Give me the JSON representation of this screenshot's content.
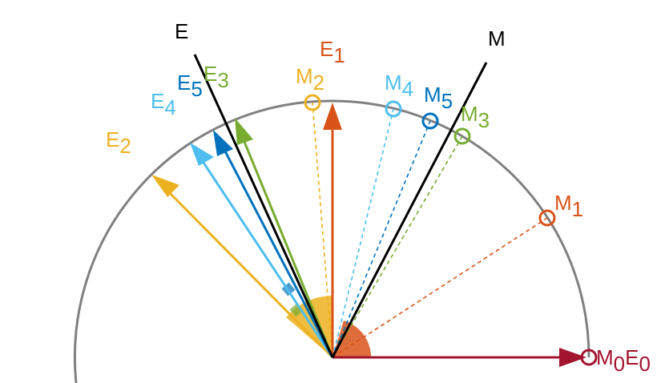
{
  "colors": {
    "circle": "#808080",
    "line": "#000000",
    "c0": "#a2142f",
    "c1": "#d95319",
    "c2": "#edb120",
    "c3": "#77ac30",
    "c4": "#4dbeee",
    "c5": "#0072bd"
  },
  "lines": {
    "e_label": "E",
    "m_label": "M"
  },
  "labels": {
    "m0e0": {
      "a": "M",
      "a_sub": "0",
      "b": "E",
      "b_sub": "0"
    },
    "e1": {
      "base": "E",
      "sub": "1"
    },
    "m1": {
      "base": "M",
      "sub": "1"
    },
    "e2": {
      "base": "E",
      "sub": "2"
    },
    "m2": {
      "base": "M",
      "sub": "2"
    },
    "e3": {
      "base": "E",
      "sub": "3"
    },
    "m3": {
      "base": "M",
      "sub": "3"
    },
    "e4": {
      "base": "E",
      "sub": "4"
    },
    "m4": {
      "base": "M",
      "sub": "4"
    },
    "e5": {
      "base": "E",
      "sub": "5"
    },
    "m5": {
      "base": "M",
      "sub": "5"
    }
  }
}
